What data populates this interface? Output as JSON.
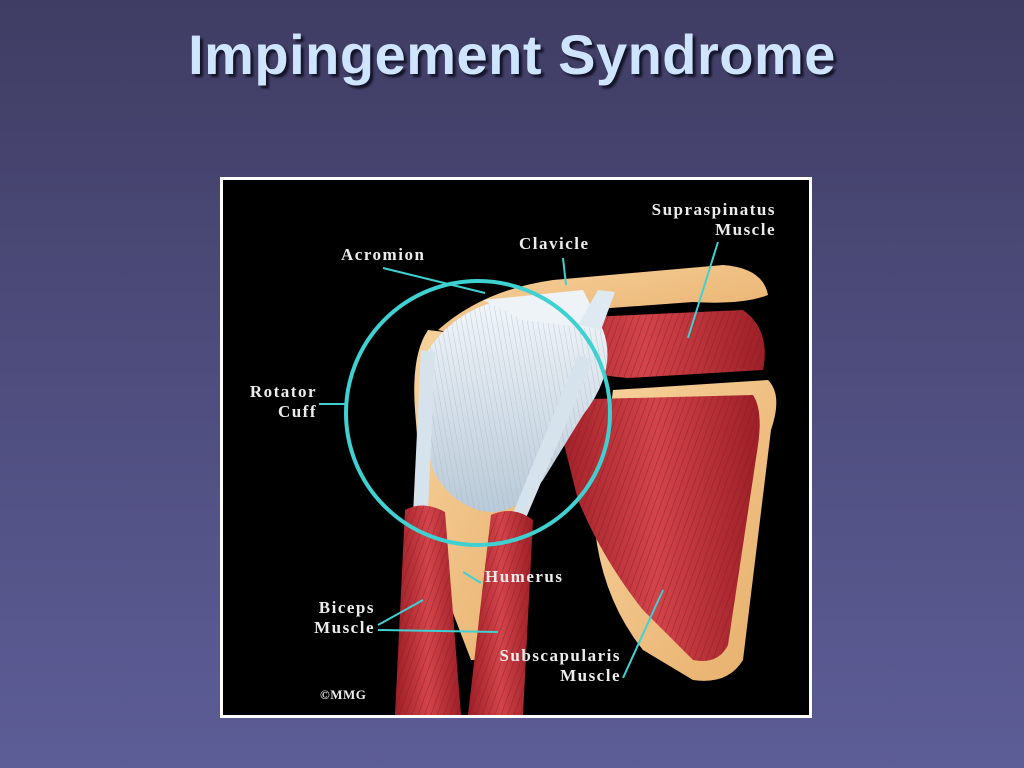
{
  "slide": {
    "title": "Impingement Syndrome"
  },
  "labels": {
    "supraspinatus_1": "Supraspinatus",
    "supraspinatus_2": "Muscle",
    "clavicle": "Clavicle",
    "acromion": "Acromion",
    "rotator_1": "Rotator",
    "rotator_2": "Cuff",
    "humerus": "Humerus",
    "biceps_1": "Biceps",
    "biceps_2": "Muscle",
    "subscap_1": "Subscapularis",
    "subscap_2": "Muscle",
    "copyright": "©MMG"
  },
  "colors": {
    "background_top": "#3f3d63",
    "background_bottom": "#5d5d97",
    "title": "#cfe4ff",
    "leader_line": "#3fd1d1",
    "muscle": "#c2313a",
    "bone": "#f2c487",
    "tendon": "#dde9f2"
  }
}
